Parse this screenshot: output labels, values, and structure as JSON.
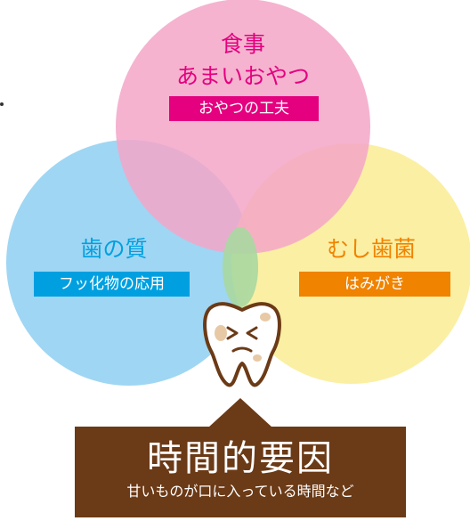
{
  "diagram": {
    "top": {
      "title_line1": "食事",
      "title_line2": "あまいおやつ",
      "box": "おやつの工夫"
    },
    "left": {
      "title": "歯の質",
      "box": "フッ化物の応用"
    },
    "right": {
      "title": "むし歯菌",
      "box": "はみがき"
    },
    "time_factor": {
      "title": "時間的要因",
      "subtitle": "甘いものが口に入っている時間など"
    },
    "colors": {
      "top_circle": "#f3a6c8",
      "left_circle": "#9fd6f3",
      "right_circle": "#fbee9c",
      "top_text": "#e4007f",
      "left_text": "#00a0e0",
      "right_text": "#f08300",
      "time_box": "#6b3a16"
    },
    "icon": "tooth-icon"
  }
}
